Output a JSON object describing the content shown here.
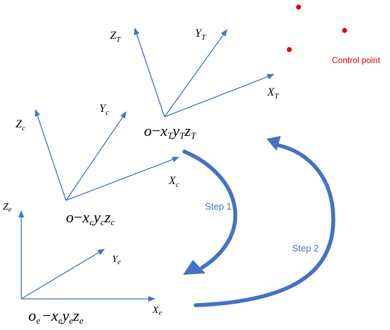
{
  "colors": {
    "axis": "#4472c4",
    "step_arrow": "#4472c4",
    "control_point": "#e00000",
    "text": "#000000"
  },
  "frame_t": {
    "axis_z": {
      "base": "Z",
      "sub": "T"
    },
    "axis_y": {
      "base": "Y",
      "sub": "T"
    },
    "axis_x": {
      "base": "X",
      "sub": "T"
    },
    "origin_label": {
      "o": "o",
      "dash": "−",
      "x": "x",
      "xs": "T",
      "y": "y",
      "ys": "T",
      "z": "z",
      "zs": "T"
    }
  },
  "frame_c": {
    "axis_z": {
      "base": "Z",
      "sub": "c"
    },
    "axis_y": {
      "base": "Y",
      "sub": "c"
    },
    "axis_x": {
      "base": "X",
      "sub": "c"
    },
    "origin_label": {
      "o": "o",
      "dash": "−",
      "x": "x",
      "xs": "c",
      "y": "y",
      "ys": "c",
      "z": "z",
      "zs": "c"
    }
  },
  "frame_e": {
    "axis_z": {
      "base": "Z",
      "sub": "e"
    },
    "axis_y": {
      "base": "Y",
      "sub": "e"
    },
    "axis_x": {
      "base": "X",
      "sub": "e"
    },
    "origin_label": {
      "o": "o",
      "os": "e",
      "dash": "−",
      "x": "x",
      "xs": "e",
      "y": "y",
      "ys": "e",
      "z": "z",
      "zs": "e"
    }
  },
  "steps": {
    "step1": "Step 1",
    "step2": "Step 2"
  },
  "control_points": {
    "label": "Control point",
    "count": 3
  }
}
